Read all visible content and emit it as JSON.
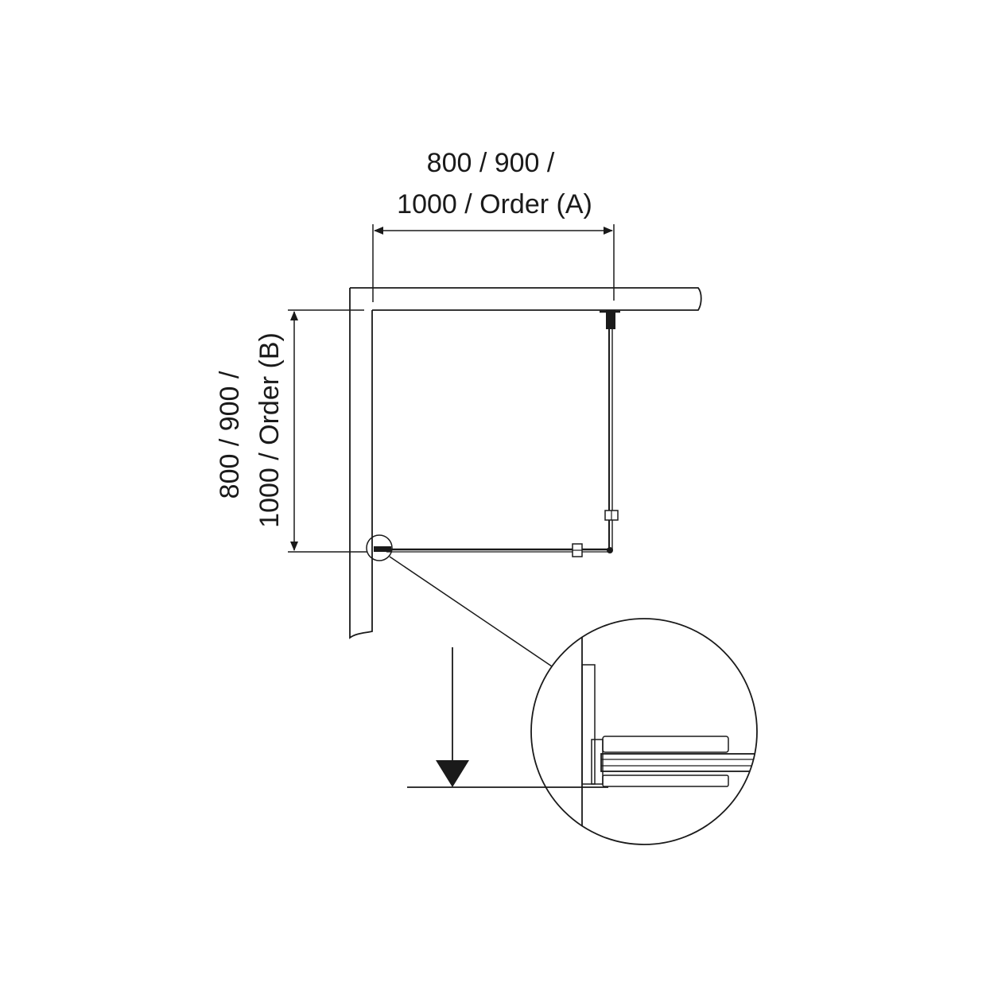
{
  "dimensions": {
    "width_a": {
      "line1": "800 / 900 /",
      "line2": "1000 / Order (A)"
    },
    "depth_b": {
      "line1": "800 / 900 /",
      "line2": "1000 / Order (B)"
    }
  },
  "colors": {
    "stroke": "#1a1a1a",
    "background": "#ffffff"
  }
}
